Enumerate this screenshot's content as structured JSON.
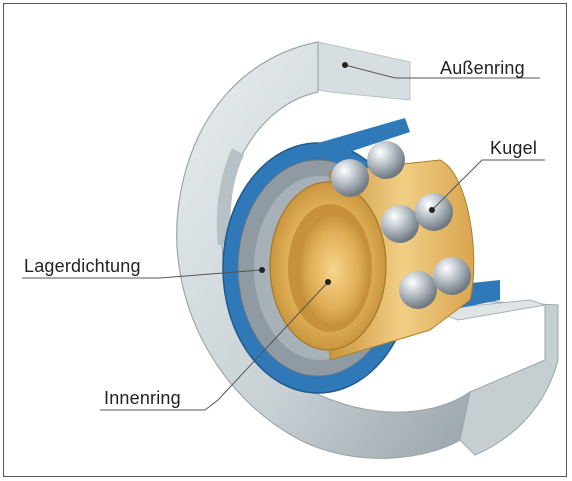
{
  "labels": {
    "outer_ring": "Außenring",
    "ball": "Kugel",
    "seal": "Lagerdichtung",
    "inner_ring": "Innenring"
  },
  "colors": {
    "outer_ring": "#c9d3d6",
    "seal_blue": "#2f79b8",
    "seal_grey": "#8f9aa3",
    "inner_ring_gold": "#e3b25b",
    "balls": "#b9c0c6",
    "leader_lines": "#555555"
  }
}
